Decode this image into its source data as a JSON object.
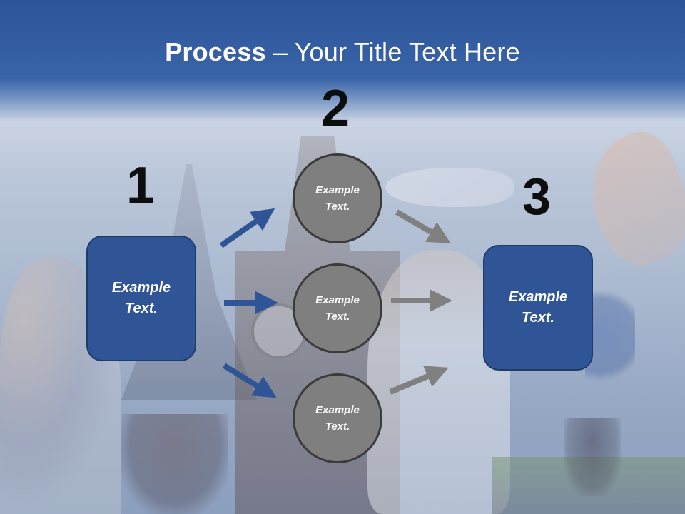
{
  "slide": {
    "title_bold": "Process",
    "title_rest": " – Your Title Text Here",
    "steps": [
      "1",
      "2",
      "3"
    ],
    "left_box": "Example\nText.",
    "right_box": "Example\nText.",
    "circles": [
      "Example\nText.",
      "Example\nText.",
      "Example\nText."
    ]
  },
  "colors": {
    "box_fill": "#2f5597",
    "circle_fill": "#7f7f7f",
    "blue_arrow": "#2f5597",
    "gray_arrow": "#808080"
  }
}
